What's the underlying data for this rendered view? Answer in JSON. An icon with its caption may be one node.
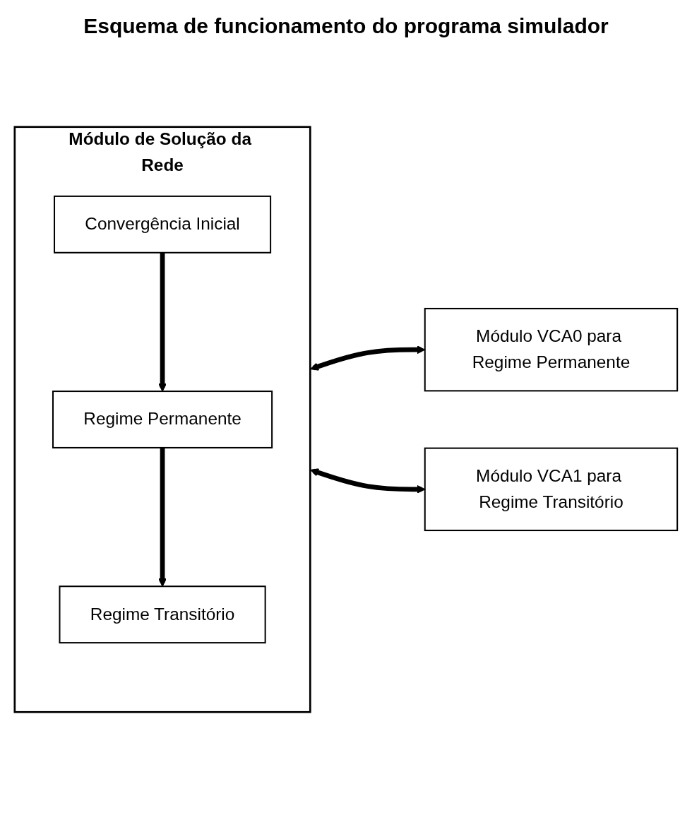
{
  "diagram": {
    "title": "Esquema de funcionamento do programa simulador",
    "nodes": [
      {
        "text": [
          "Módulo de Solução da Rede"
        ]
      },
      {
        "text": [
          "Convergência Inicial"
        ],
        "in": 0
      },
      {
        "text": [
          "Regime Permanente"
        ],
        "in": 0
      },
      {
        "text": [
          "Regime Transitório"
        ],
        "in": 0
      },
      {
        "text": [
          "Módulo VCA0 para Regime Permanente"
        ]
      },
      {
        "text": [
          "Módulo VCA1 para Regime Transitório"
        ]
      }
    ],
    "edges": [
      {
        "from": 1,
        "to": 2,
        "arrow": "to"
      },
      {
        "from": 2,
        "to": 3,
        "arrow": "to"
      },
      {
        "from": 0,
        "to": 4,
        "arrow": "both"
      },
      {
        "from": 0,
        "to": 5,
        "arrow": "both"
      }
    ]
  }
}
